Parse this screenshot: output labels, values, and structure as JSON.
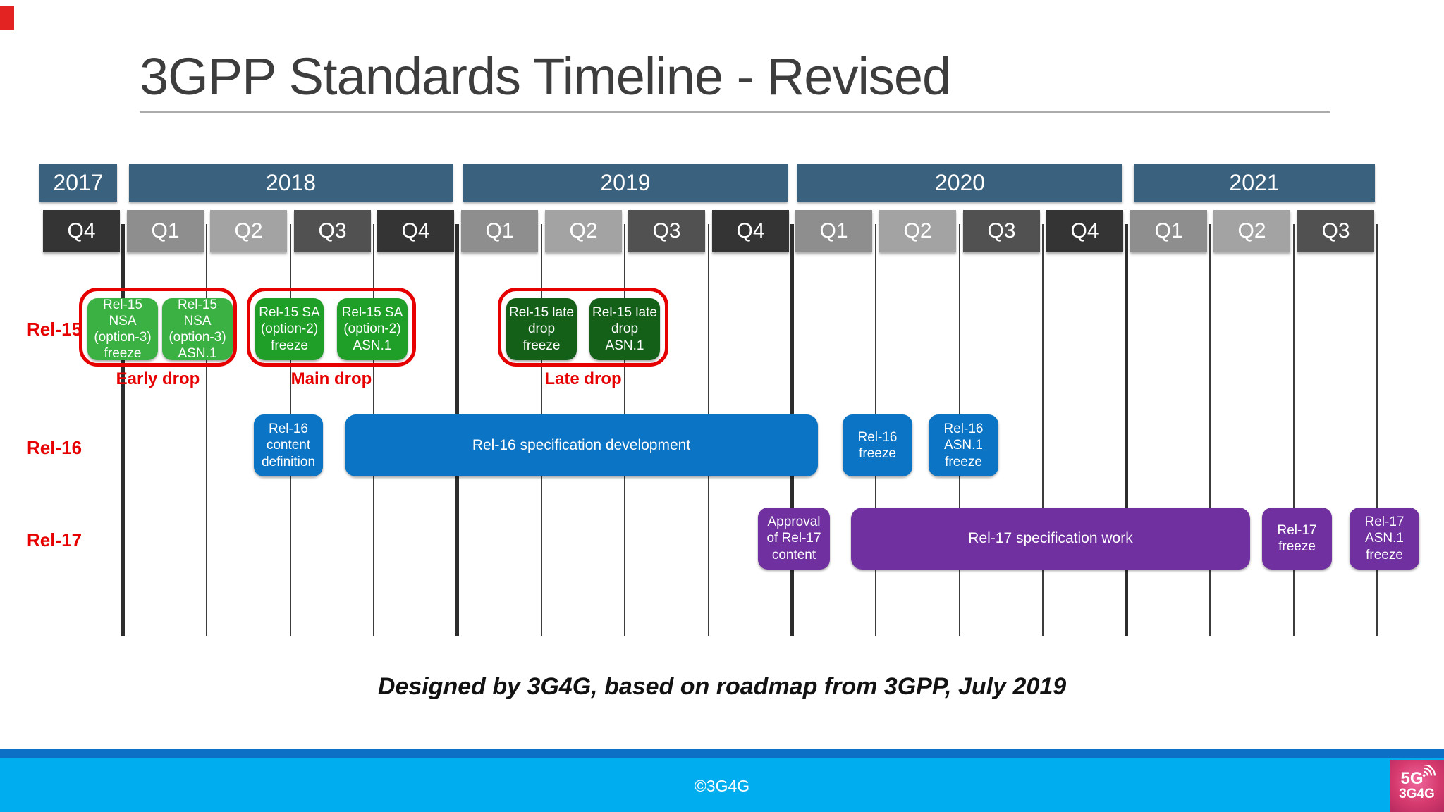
{
  "slide": {
    "title": "3GPP Standards Timeline - Revised",
    "credit": "Designed by 3G4G, based on roadmap from 3GPP, July 2019"
  },
  "header": {
    "years": [
      {
        "label": "2017"
      },
      {
        "label": "2018"
      },
      {
        "label": "2019"
      },
      {
        "label": "2020"
      },
      {
        "label": "2021"
      }
    ],
    "quarters": [
      {
        "label": "Q4",
        "year": "2017"
      },
      {
        "label": "Q1",
        "year": "2018"
      },
      {
        "label": "Q2",
        "year": "2018"
      },
      {
        "label": "Q3",
        "year": "2018"
      },
      {
        "label": "Q4",
        "year": "2018"
      },
      {
        "label": "Q1",
        "year": "2019"
      },
      {
        "label": "Q2",
        "year": "2019"
      },
      {
        "label": "Q3",
        "year": "2019"
      },
      {
        "label": "Q4",
        "year": "2019"
      },
      {
        "label": "Q1",
        "year": "2020"
      },
      {
        "label": "Q2",
        "year": "2020"
      },
      {
        "label": "Q3",
        "year": "2020"
      },
      {
        "label": "Q4",
        "year": "2020"
      },
      {
        "label": "Q1",
        "year": "2021"
      },
      {
        "label": "Q2",
        "year": "2021"
      },
      {
        "label": "Q3",
        "year": "2021"
      }
    ]
  },
  "rows": {
    "rel15": {
      "label": "Rel-15",
      "boxes": [
        {
          "text": "Rel-15 NSA (option-3) freeze"
        },
        {
          "text": "Rel-15 NSA (option-3) ASN.1"
        },
        {
          "text": "Rel-15 SA (option-2) freeze"
        },
        {
          "text": "Rel-15 SA (option-2) ASN.1"
        },
        {
          "text": "Rel-15 late drop freeze"
        },
        {
          "text": "Rel-15 late drop ASN.1"
        }
      ],
      "drops": [
        {
          "label": "Early drop"
        },
        {
          "label": "Main drop"
        },
        {
          "label": "Late drop"
        }
      ]
    },
    "rel16": {
      "label": "Rel-16",
      "boxes": [
        {
          "text": "Rel-16 content definition"
        },
        {
          "text": "Rel-16 specification development"
        },
        {
          "text": "Rel-16 freeze"
        },
        {
          "text": "Rel-16 ASN.1 freeze"
        }
      ]
    },
    "rel17": {
      "label": "Rel-17",
      "boxes": [
        {
          "text": "Approval of Rel-17 content"
        },
        {
          "text": "Rel-17 specification work"
        },
        {
          "text": "Rel-17 freeze"
        },
        {
          "text": "Rel-17 ASN.1 freeze"
        }
      ]
    }
  },
  "footer": {
    "copyright": "©3G4G",
    "logo": {
      "top": "5G",
      "bottom": "3G4G"
    }
  },
  "colors": {
    "year_bar": "#3a627f",
    "quarter_q1": "#8e8e8e",
    "quarter_q2": "#a3a3a3",
    "quarter_q3": "#515151",
    "quarter_q4": "#343434",
    "green_early_drop": "#3cb143",
    "green_main_drop": "#1f9f28",
    "green_late_drop": "#156018",
    "rel16_blue": "#0b74c4",
    "rel17_purple": "#7030a0",
    "accent_red": "#e60000",
    "footer_bar_blue": "#00aeef",
    "footer_strip_blue": "#0c70c6"
  }
}
